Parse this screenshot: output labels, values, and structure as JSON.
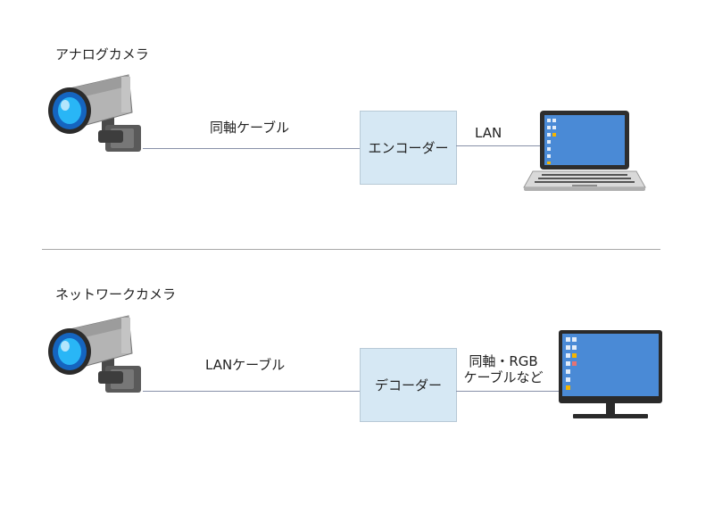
{
  "top": {
    "camera_label": "アナログカメラ",
    "cable_label": "同軸ケーブル",
    "device_label": "エンコーダー",
    "link_label": "LAN"
  },
  "bottom": {
    "camera_label": "ネットワークカメラ",
    "cable_label": "LANケーブル",
    "device_label": "デコーダー",
    "link_label_line1": "同軸・RGB",
    "link_label_line2": "ケーブルなど"
  },
  "colors": {
    "box_fill": "#d6e8f4",
    "camera_body": "#a9a9a9",
    "lens_blue": "#1e88e5",
    "screen_blue": "#4a8ad6"
  }
}
